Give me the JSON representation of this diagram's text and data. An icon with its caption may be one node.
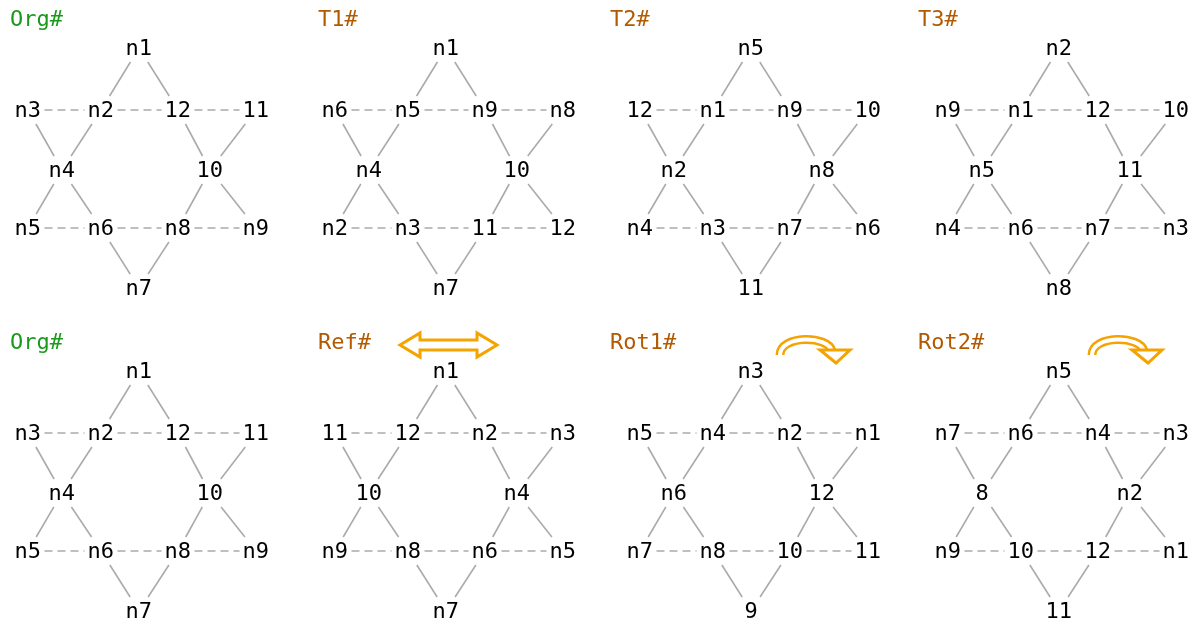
{
  "diagram": {
    "nodes": [
      {
        "text": [
          "n1"
        ]
      },
      {
        "text": [
          "n3"
        ]
      },
      {
        "text": [
          "n2"
        ]
      },
      {
        "text": [
          "12"
        ]
      },
      {
        "text": [
          "11"
        ]
      },
      {
        "text": [
          "n4"
        ]
      },
      {
        "text": [
          "10"
        ]
      },
      {
        "text": [
          "n5"
        ]
      },
      {
        "text": [
          "n6"
        ]
      },
      {
        "text": [
          "n8"
        ]
      },
      {
        "text": [
          "n9"
        ]
      },
      {
        "text": [
          "n7"
        ]
      },
      {
        "text": [
          "n1"
        ]
      },
      {
        "text": [
          "n6"
        ]
      },
      {
        "text": [
          "n5"
        ]
      },
      {
        "text": [
          "n9"
        ]
      },
      {
        "text": [
          "n8"
        ]
      },
      {
        "text": [
          "n4"
        ]
      },
      {
        "text": [
          "10"
        ]
      },
      {
        "text": [
          "n2"
        ]
      },
      {
        "text": [
          "n3"
        ]
      },
      {
        "text": [
          "11"
        ]
      },
      {
        "text": [
          "12"
        ]
      },
      {
        "text": [
          "n7"
        ]
      },
      {
        "text": [
          "n5"
        ]
      },
      {
        "text": [
          "12"
        ]
      },
      {
        "text": [
          "n1"
        ]
      },
      {
        "text": [
          "n9"
        ]
      },
      {
        "text": [
          "10"
        ]
      },
      {
        "text": [
          "n2"
        ]
      },
      {
        "text": [
          "n8"
        ]
      },
      {
        "text": [
          "n4"
        ]
      },
      {
        "text": [
          "n3"
        ]
      },
      {
        "text": [
          "n7"
        ]
      },
      {
        "text": [
          "n6"
        ]
      },
      {
        "text": [
          "11"
        ]
      },
      {
        "text": [
          "n2"
        ]
      },
      {
        "text": [
          "n9"
        ]
      },
      {
        "text": [
          "n1"
        ]
      },
      {
        "text": [
          "12"
        ]
      },
      {
        "text": [
          "10"
        ]
      },
      {
        "text": [
          "n5"
        ]
      },
      {
        "text": [
          "11"
        ]
      },
      {
        "text": [
          "n4"
        ]
      },
      {
        "text": [
          "n6"
        ]
      },
      {
        "text": [
          "n7"
        ]
      },
      {
        "text": [
          "n3"
        ]
      },
      {
        "text": [
          "n8"
        ]
      },
      {
        "text": [
          "n1"
        ]
      },
      {
        "text": [
          "n3"
        ]
      },
      {
        "text": [
          "n2"
        ]
      },
      {
        "text": [
          "12"
        ]
      },
      {
        "text": [
          "11"
        ]
      },
      {
        "text": [
          "n4"
        ]
      },
      {
        "text": [
          "10"
        ]
      },
      {
        "text": [
          "n5"
        ]
      },
      {
        "text": [
          "n6"
        ]
      },
      {
        "text": [
          "n8"
        ]
      },
      {
        "text": [
          "n9"
        ]
      },
      {
        "text": [
          "n7"
        ]
      },
      {
        "text": [
          "n1"
        ]
      },
      {
        "text": [
          "11"
        ]
      },
      {
        "text": [
          "12"
        ]
      },
      {
        "text": [
          "n2"
        ]
      },
      {
        "text": [
          "n3"
        ]
      },
      {
        "text": [
          "10"
        ]
      },
      {
        "text": [
          "n4"
        ]
      },
      {
        "text": [
          "n9"
        ]
      },
      {
        "text": [
          "n8"
        ]
      },
      {
        "text": [
          "n6"
        ]
      },
      {
        "text": [
          "n5"
        ]
      },
      {
        "text": [
          "n7"
        ]
      },
      {
        "text": [
          "n3"
        ]
      },
      {
        "text": [
          "n5"
        ]
      },
      {
        "text": [
          "n4"
        ]
      },
      {
        "text": [
          "n2"
        ]
      },
      {
        "text": [
          "n1"
        ]
      },
      {
        "text": [
          "n6"
        ]
      },
      {
        "text": [
          "12"
        ]
      },
      {
        "text": [
          "n7"
        ]
      },
      {
        "text": [
          "n8"
        ]
      },
      {
        "text": [
          "10"
        ]
      },
      {
        "text": [
          "11"
        ]
      },
      {
        "text": [
          "9"
        ]
      },
      {
        "text": [
          "n5"
        ]
      },
      {
        "text": [
          "n7"
        ]
      },
      {
        "text": [
          "n6"
        ]
      },
      {
        "text": [
          "n4"
        ]
      },
      {
        "text": [
          "n3"
        ]
      },
      {
        "text": [
          "8"
        ]
      },
      {
        "text": [
          "n2"
        ]
      },
      {
        "text": [
          "n9"
        ]
      },
      {
        "text": [
          "10"
        ]
      },
      {
        "text": [
          "12"
        ]
      },
      {
        "text": [
          "n1"
        ]
      },
      {
        "text": [
          "11"
        ]
      }
    ],
    "edges": [
      {
        "from": 0,
        "to": 2,
        "arrow": "none"
      },
      {
        "from": 0,
        "to": 3,
        "arrow": "none"
      },
      {
        "from": 1,
        "to": 2,
        "arrow": "none",
        "style": "dashed"
      },
      {
        "from": 2,
        "to": 3,
        "arrow": "none",
        "style": "dashed"
      },
      {
        "from": 3,
        "to": 4,
        "arrow": "none",
        "style": "dashed"
      },
      {
        "from": 1,
        "to": 5,
        "arrow": "none"
      },
      {
        "from": 2,
        "to": 5,
        "arrow": "none"
      },
      {
        "from": 3,
        "to": 6,
        "arrow": "none"
      },
      {
        "from": 4,
        "to": 6,
        "arrow": "none"
      },
      {
        "from": 5,
        "to": 7,
        "arrow": "none"
      },
      {
        "from": 5,
        "to": 8,
        "arrow": "none"
      },
      {
        "from": 6,
        "to": 9,
        "arrow": "none"
      },
      {
        "from": 6,
        "to": 10,
        "arrow": "none"
      },
      {
        "from": 7,
        "to": 8,
        "arrow": "none",
        "style": "dashed"
      },
      {
        "from": 8,
        "to": 9,
        "arrow": "none",
        "style": "dashed"
      },
      {
        "from": 9,
        "to": 10,
        "arrow": "none",
        "style": "dashed"
      },
      {
        "from": 8,
        "to": 11,
        "arrow": "none"
      },
      {
        "from": 9,
        "to": 11,
        "arrow": "none"
      },
      {
        "from": 12,
        "to": 14,
        "arrow": "none"
      },
      {
        "from": 12,
        "to": 15,
        "arrow": "none"
      },
      {
        "from": 13,
        "to": 14,
        "arrow": "none",
        "style": "dashed"
      },
      {
        "from": 14,
        "to": 15,
        "arrow": "none",
        "style": "dashed"
      },
      {
        "from": 15,
        "to": 16,
        "arrow": "none",
        "style": "dashed"
      },
      {
        "from": 13,
        "to": 17,
        "arrow": "none"
      },
      {
        "from": 14,
        "to": 17,
        "arrow": "none"
      },
      {
        "from": 15,
        "to": 18,
        "arrow": "none"
      },
      {
        "from": 16,
        "to": 18,
        "arrow": "none"
      },
      {
        "from": 17,
        "to": 19,
        "arrow": "none"
      },
      {
        "from": 17,
        "to": 20,
        "arrow": "none"
      },
      {
        "from": 18,
        "to": 21,
        "arrow": "none"
      },
      {
        "from": 18,
        "to": 22,
        "arrow": "none"
      },
      {
        "from": 19,
        "to": 20,
        "arrow": "none",
        "style": "dashed"
      },
      {
        "from": 20,
        "to": 21,
        "arrow": "none",
        "style": "dashed"
      },
      {
        "from": 21,
        "to": 22,
        "arrow": "none",
        "style": "dashed"
      },
      {
        "from": 20,
        "to": 23,
        "arrow": "none"
      },
      {
        "from": 21,
        "to": 23,
        "arrow": "none"
      },
      {
        "from": 24,
        "to": 26,
        "arrow": "none"
      },
      {
        "from": 24,
        "to": 27,
        "arrow": "none"
      },
      {
        "from": 25,
        "to": 26,
        "arrow": "none",
        "style": "dashed"
      },
      {
        "from": 26,
        "to": 27,
        "arrow": "none",
        "style": "dashed"
      },
      {
        "from": 27,
        "to": 28,
        "arrow": "none",
        "style": "dashed"
      },
      {
        "from": 25,
        "to": 29,
        "arrow": "none"
      },
      {
        "from": 26,
        "to": 29,
        "arrow": "none"
      },
      {
        "from": 27,
        "to": 30,
        "arrow": "none"
      },
      {
        "from": 28,
        "to": 30,
        "arrow": "none"
      },
      {
        "from": 29,
        "to": 31,
        "arrow": "none"
      },
      {
        "from": 29,
        "to": 32,
        "arrow": "none"
      },
      {
        "from": 30,
        "to": 33,
        "arrow": "none"
      },
      {
        "from": 30,
        "to": 34,
        "arrow": "none"
      },
      {
        "from": 31,
        "to": 32,
        "arrow": "none",
        "style": "dashed"
      },
      {
        "from": 32,
        "to": 33,
        "arrow": "none",
        "style": "dashed"
      },
      {
        "from": 33,
        "to": 34,
        "arrow": "none",
        "style": "dashed"
      },
      {
        "from": 32,
        "to": 35,
        "arrow": "none"
      },
      {
        "from": 33,
        "to": 35,
        "arrow": "none"
      },
      {
        "from": 36,
        "to": 38,
        "arrow": "none"
      },
      {
        "from": 36,
        "to": 39,
        "arrow": "none"
      },
      {
        "from": 37,
        "to": 38,
        "arrow": "none",
        "style": "dashed"
      },
      {
        "from": 38,
        "to": 39,
        "arrow": "none",
        "style": "dashed"
      },
      {
        "from": 39,
        "to": 40,
        "arrow": "none",
        "style": "dashed"
      },
      {
        "from": 37,
        "to": 41,
        "arrow": "none"
      },
      {
        "from": 38,
        "to": 41,
        "arrow": "none"
      },
      {
        "from": 39,
        "to": 42,
        "arrow": "none"
      },
      {
        "from": 40,
        "to": 42,
        "arrow": "none"
      },
      {
        "from": 41,
        "to": 43,
        "arrow": "none"
      },
      {
        "from": 41,
        "to": 44,
        "arrow": "none"
      },
      {
        "from": 42,
        "to": 45,
        "arrow": "none"
      },
      {
        "from": 42,
        "to": 46,
        "arrow": "none"
      },
      {
        "from": 43,
        "to": 44,
        "arrow": "none",
        "style": "dashed"
      },
      {
        "from": 44,
        "to": 45,
        "arrow": "none",
        "style": "dashed"
      },
      {
        "from": 45,
        "to": 46,
        "arrow": "none",
        "style": "dashed"
      },
      {
        "from": 44,
        "to": 47,
        "arrow": "none"
      },
      {
        "from": 45,
        "to": 47,
        "arrow": "none"
      },
      {
        "from": 48,
        "to": 50,
        "arrow": "none"
      },
      {
        "from": 48,
        "to": 51,
        "arrow": "none"
      },
      {
        "from": 49,
        "to": 50,
        "arrow": "none",
        "style": "dashed"
      },
      {
        "from": 50,
        "to": 51,
        "arrow": "none",
        "style": "dashed"
      },
      {
        "from": 51,
        "to": 52,
        "arrow": "none",
        "style": "dashed"
      },
      {
        "from": 49,
        "to": 53,
        "arrow": "none"
      },
      {
        "from": 50,
        "to": 53,
        "arrow": "none"
      },
      {
        "from": 51,
        "to": 54,
        "arrow": "none"
      },
      {
        "from": 52,
        "to": 54,
        "arrow": "none"
      },
      {
        "from": 53,
        "to": 55,
        "arrow": "none"
      },
      {
        "from": 53,
        "to": 56,
        "arrow": "none"
      },
      {
        "from": 54,
        "to": 57,
        "arrow": "none"
      },
      {
        "from": 54,
        "to": 58,
        "arrow": "none"
      },
      {
        "from": 55,
        "to": 56,
        "arrow": "none",
        "style": "dashed"
      },
      {
        "from": 56,
        "to": 57,
        "arrow": "none",
        "style": "dashed"
      },
      {
        "from": 57,
        "to": 58,
        "arrow": "none",
        "style": "dashed"
      },
      {
        "from": 56,
        "to": 59,
        "arrow": "none"
      },
      {
        "from": 57,
        "to": 59,
        "arrow": "none"
      },
      {
        "from": 60,
        "to": 62,
        "arrow": "none"
      },
      {
        "from": 60,
        "to": 63,
        "arrow": "none"
      },
      {
        "from": 61,
        "to": 62,
        "arrow": "none",
        "style": "dashed"
      },
      {
        "from": 62,
        "to": 63,
        "arrow": "none",
        "style": "dashed"
      },
      {
        "from": 63,
        "to": 64,
        "arrow": "none",
        "style": "dashed"
      },
      {
        "from": 61,
        "to": 65,
        "arrow": "none"
      },
      {
        "from": 62,
        "to": 65,
        "arrow": "none"
      },
      {
        "from": 63,
        "to": 66,
        "arrow": "none"
      },
      {
        "from": 64,
        "to": 66,
        "arrow": "none"
      },
      {
        "from": 65,
        "to": 67,
        "arrow": "none"
      },
      {
        "from": 65,
        "to": 68,
        "arrow": "none"
      },
      {
        "from": 66,
        "to": 69,
        "arrow": "none"
      },
      {
        "from": 66,
        "to": 70,
        "arrow": "none"
      },
      {
        "from": 67,
        "to": 68,
        "arrow": "none",
        "style": "dashed"
      },
      {
        "from": 68,
        "to": 69,
        "arrow": "none",
        "style": "dashed"
      },
      {
        "from": 69,
        "to": 70,
        "arrow": "none",
        "style": "dashed"
      },
      {
        "from": 68,
        "to": 71,
        "arrow": "none"
      },
      {
        "from": 69,
        "to": 71,
        "arrow": "none"
      },
      {
        "from": 72,
        "to": 74,
        "arrow": "none"
      },
      {
        "from": 72,
        "to": 75,
        "arrow": "none"
      },
      {
        "from": 73,
        "to": 74,
        "arrow": "none",
        "style": "dashed"
      },
      {
        "from": 74,
        "to": 75,
        "arrow": "none",
        "style": "dashed"
      },
      {
        "from": 75,
        "to": 76,
        "arrow": "none",
        "style": "dashed"
      },
      {
        "from": 73,
        "to": 77,
        "arrow": "none"
      },
      {
        "from": 74,
        "to": 77,
        "arrow": "none"
      },
      {
        "from": 75,
        "to": 78,
        "arrow": "none"
      },
      {
        "from": 76,
        "to": 78,
        "arrow": "none"
      },
      {
        "from": 77,
        "to": 79,
        "arrow": "none"
      },
      {
        "from": 77,
        "to": 80,
        "arrow": "none"
      },
      {
        "from": 78,
        "to": 81,
        "arrow": "none"
      },
      {
        "from": 78,
        "to": 82,
        "arrow": "none"
      },
      {
        "from": 79,
        "to": 80,
        "arrow": "none",
        "style": "dashed"
      },
      {
        "from": 80,
        "to": 81,
        "arrow": "none",
        "style": "dashed"
      },
      {
        "from": 81,
        "to": 82,
        "arrow": "none",
        "style": "dashed"
      },
      {
        "from": 80,
        "to": 83,
        "arrow": "none"
      },
      {
        "from": 81,
        "to": 83,
        "arrow": "none"
      },
      {
        "from": 84,
        "to": 86,
        "arrow": "none"
      },
      {
        "from": 84,
        "to": 87,
        "arrow": "none"
      },
      {
        "from": 85,
        "to": 86,
        "arrow": "none",
        "style": "dashed"
      },
      {
        "from": 86,
        "to": 87,
        "arrow": "none",
        "style": "dashed"
      },
      {
        "from": 87,
        "to": 88,
        "arrow": "none",
        "style": "dashed"
      },
      {
        "from": 85,
        "to": 89,
        "arrow": "none"
      },
      {
        "from": 86,
        "to": 89,
        "arrow": "none"
      },
      {
        "from": 87,
        "to": 90,
        "arrow": "none"
      },
      {
        "from": 88,
        "to": 90,
        "arrow": "none"
      },
      {
        "from": 89,
        "to": 91,
        "arrow": "none"
      },
      {
        "from": 89,
        "to": 92,
        "arrow": "none"
      },
      {
        "from": 90,
        "to": 93,
        "arrow": "none"
      },
      {
        "from": 90,
        "to": 94,
        "arrow": "none"
      },
      {
        "from": 91,
        "to": 92,
        "arrow": "none",
        "style": "dashed"
      },
      {
        "from": 92,
        "to": 93,
        "arrow": "none",
        "style": "dashed"
      },
      {
        "from": 93,
        "to": 94,
        "arrow": "none",
        "style": "dashed"
      },
      {
        "from": 92,
        "to": 95,
        "arrow": "none"
      },
      {
        "from": 93,
        "to": 95,
        "arrow": "none"
      }
    ],
    "labels": [
      "Org#",
      "T1#",
      "T2#",
      "T3#",
      "Org#",
      "Ref#",
      "Rot1#",
      "Rot2#"
    ]
  }
}
